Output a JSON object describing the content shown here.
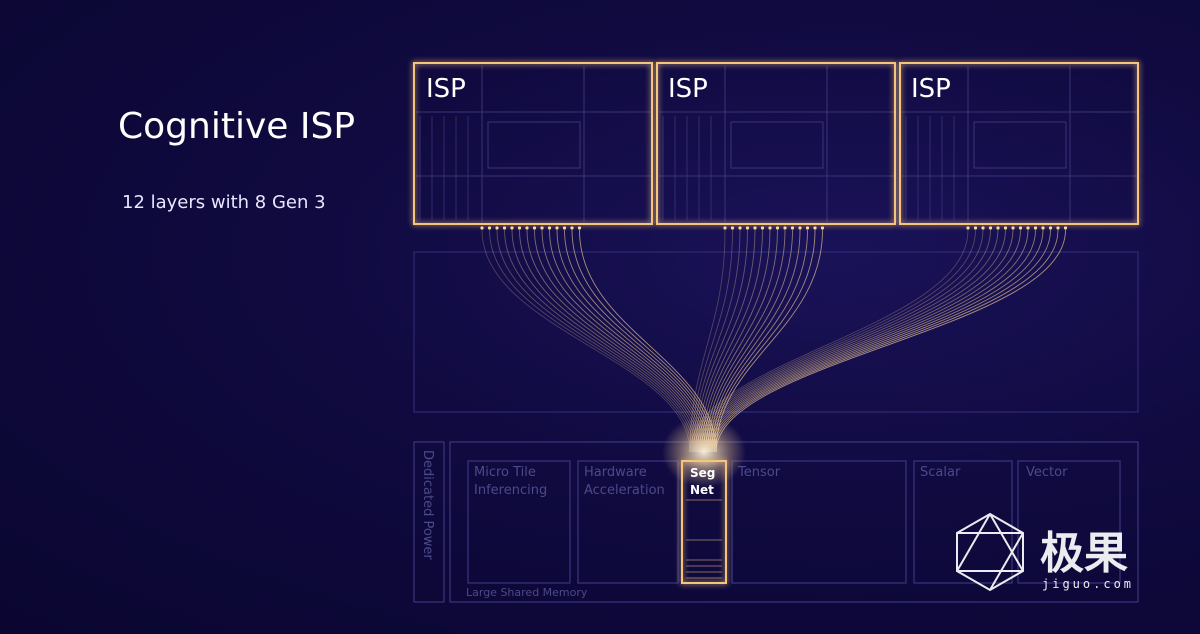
{
  "title": "Cognitive ISP",
  "subtitle": "12 layers with 8 Gen 3",
  "isp_blocks": [
    {
      "label": "ISP"
    },
    {
      "label": "ISP"
    },
    {
      "label": "ISP"
    }
  ],
  "npu": {
    "dedicated_power": "Dedicated Power",
    "micro_tile": [
      "Micro Tile",
      "Inferencing"
    ],
    "hardware": [
      "Hardware",
      "Acceleration"
    ],
    "segnet": [
      "Seg",
      "Net"
    ],
    "tensor": "Tensor",
    "scalar": "Scalar",
    "vector": "Vector",
    "memory": "Large Shared Memory"
  },
  "watermark": {
    "text": "极果",
    "sub": "jiguo.com",
    "icon": "polygon-logo-icon"
  },
  "colors": {
    "background": "#100a40",
    "isp_border": "#f4c57a",
    "glow": "#ffd89a",
    "faint_lines": "#3a3580"
  }
}
